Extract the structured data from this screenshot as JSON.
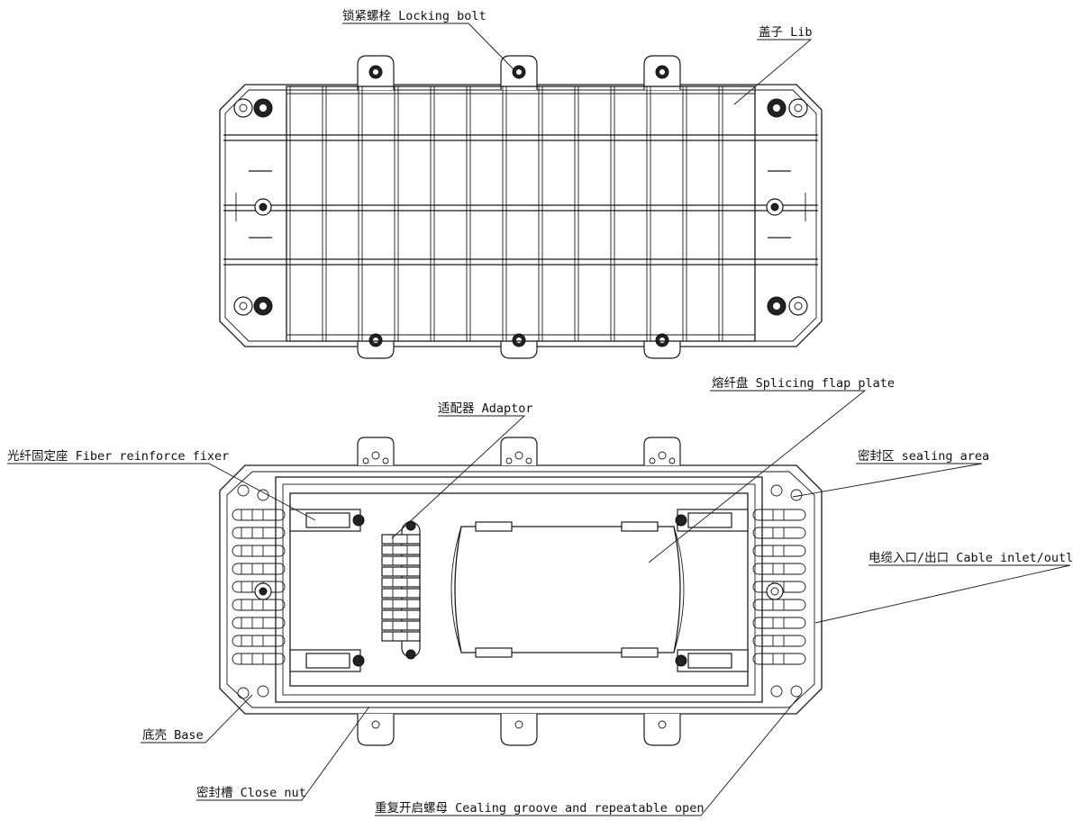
{
  "labels": {
    "locking_bolt": "锁紧螺栓 Locking bolt",
    "lib": "盖子 Lib",
    "splicing_flap_plate": "熔纤盘 Splicing flap plate",
    "adaptor": "适配器 Adaptor",
    "fiber_reinforce_fixer": "光纤固定座 Fiber reinforce fixer",
    "sealing_area": "密封区 sealing area",
    "cable_inlet_outlet": "电缆入口/出口 Cable inlet/outlet",
    "base": "底壳 Base",
    "close_nut": "密封槽 Close nut",
    "cealing_groove": "重复开启螺母 Cealing groove and repeatable open"
  }
}
